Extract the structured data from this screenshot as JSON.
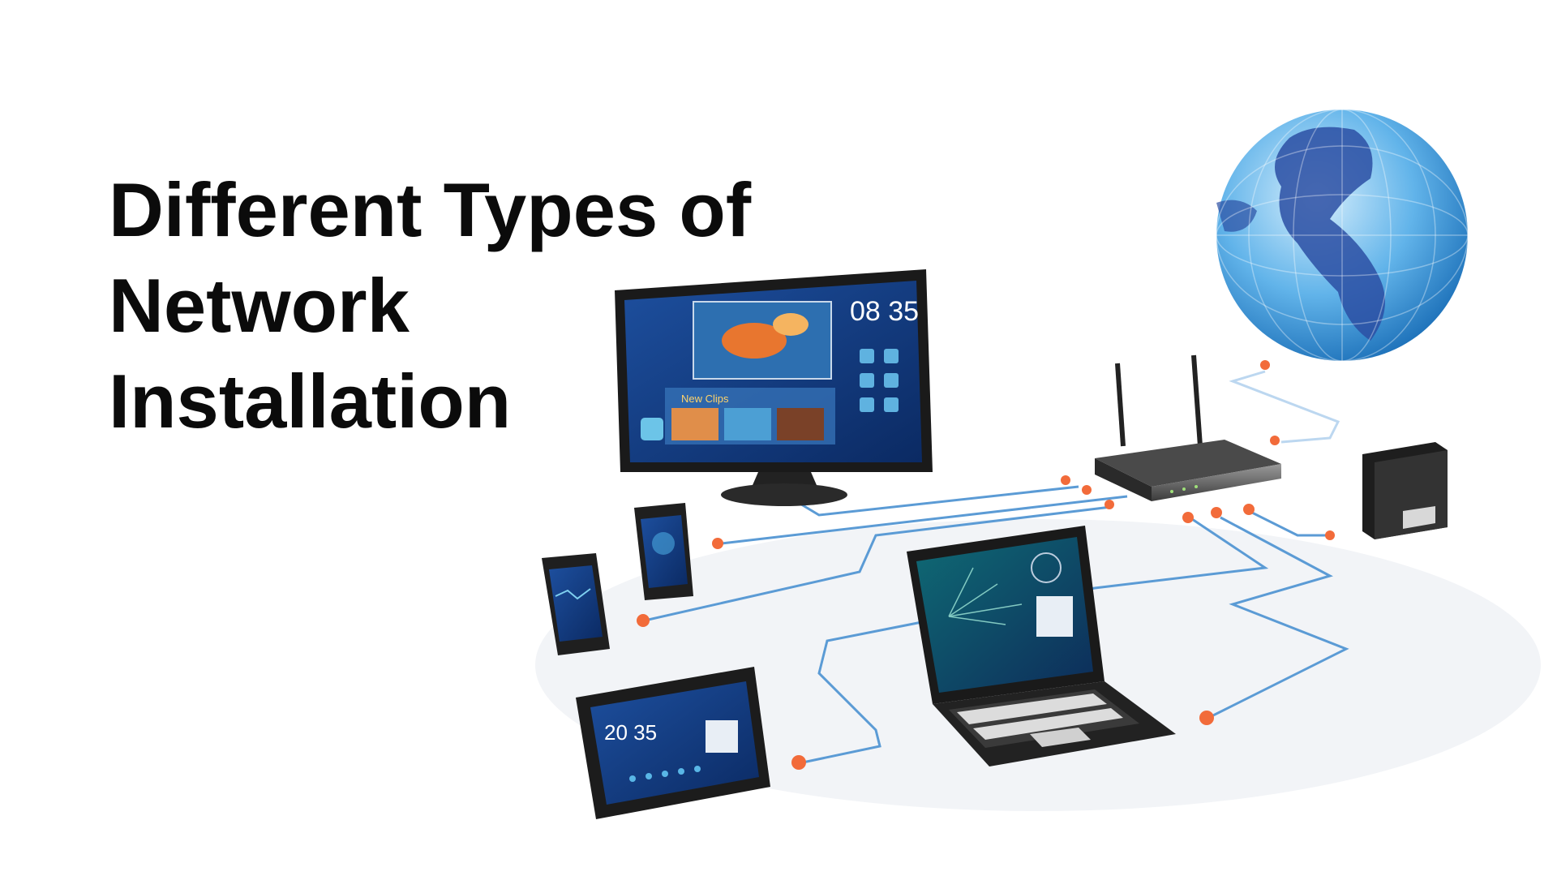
{
  "title": {
    "lines": [
      "Different Types of",
      "Network",
      "Installation"
    ]
  },
  "illustration": {
    "tv_clock": "08 35",
    "tv_section": "New Clips",
    "tablet_clock": "20 35",
    "icons": [
      "globe-icon",
      "router-icon",
      "tv-icon",
      "smartphone-icon",
      "tablet-icon",
      "laptop-icon",
      "nas-drive-icon"
    ],
    "colors": {
      "cable": "#5b9bd5",
      "node": "#f26b3a",
      "screen": "#1e4f9c",
      "globe": "#2f8ed8"
    }
  }
}
